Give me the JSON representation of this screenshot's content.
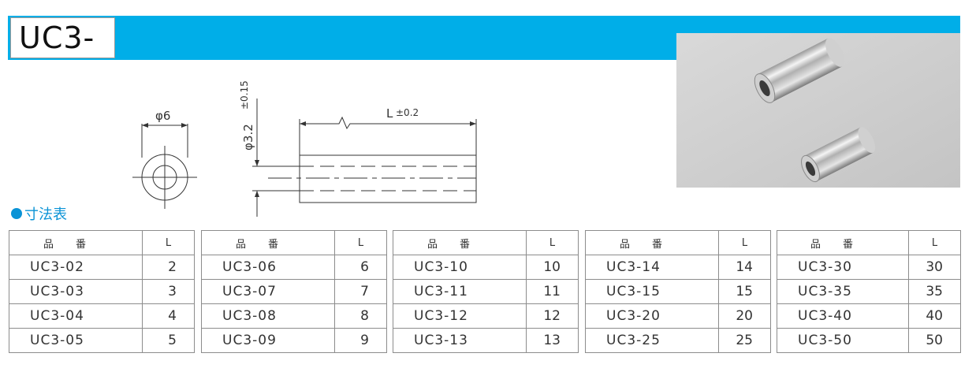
{
  "title": "UC3-",
  "section_label": "寸法表",
  "drawing": {
    "diameter_label": "φ6",
    "bore_label": "φ3.2",
    "bore_tolerance": "±0.15",
    "length_label": "L",
    "length_tolerance": "±0.2"
  },
  "table_headers": {
    "part": "品番",
    "length": "L"
  },
  "tables": [
    {
      "rows": [
        {
          "part": "UC3-02",
          "L": "2"
        },
        {
          "part": "UC3-03",
          "L": "3"
        },
        {
          "part": "UC3-04",
          "L": "4"
        },
        {
          "part": "UC3-05",
          "L": "5"
        }
      ]
    },
    {
      "rows": [
        {
          "part": "UC3-06",
          "L": "6"
        },
        {
          "part": "UC3-07",
          "L": "7"
        },
        {
          "part": "UC3-08",
          "L": "8"
        },
        {
          "part": "UC3-09",
          "L": "9"
        }
      ]
    },
    {
      "rows": [
        {
          "part": "UC3-10",
          "L": "10"
        },
        {
          "part": "UC3-11",
          "L": "11"
        },
        {
          "part": "UC3-12",
          "L": "12"
        },
        {
          "part": "UC3-13",
          "L": "13"
        }
      ]
    },
    {
      "rows": [
        {
          "part": "UC3-14",
          "L": "14"
        },
        {
          "part": "UC3-15",
          "L": "15"
        },
        {
          "part": "UC3-20",
          "L": "20"
        },
        {
          "part": "UC3-25",
          "L": "25"
        }
      ]
    },
    {
      "rows": [
        {
          "part": "UC3-30",
          "L": "30"
        },
        {
          "part": "UC3-35",
          "L": "35"
        },
        {
          "part": "UC3-40",
          "L": "40"
        },
        {
          "part": "UC3-50",
          "L": "50"
        }
      ]
    }
  ],
  "colors": {
    "banner": "#00aee8",
    "accent": "#0a93d6"
  }
}
